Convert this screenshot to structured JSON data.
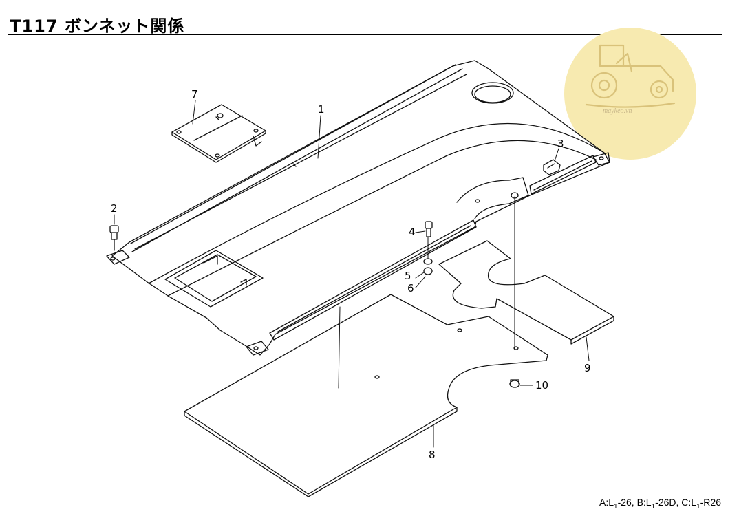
{
  "title": "T117 ボンネット関係",
  "watermark_text": "maykeo.vn",
  "callouts": [
    "1",
    "2",
    "3",
    "4",
    "5",
    "6",
    "7",
    "8",
    "9",
    "10"
  ],
  "footer": {
    "a_pre": "A:L",
    "a_sub": "1",
    "a_post": "-26,",
    "b_pre": "B:L",
    "b_sub": "1",
    "b_post": "-26D,",
    "c_pre": "C:L",
    "c_sub": "1",
    "c_post": "-R26"
  },
  "colors": {
    "line": "#111111",
    "watermark_bg": "#f7eab0",
    "watermark_fg": "#d9c27a"
  }
}
